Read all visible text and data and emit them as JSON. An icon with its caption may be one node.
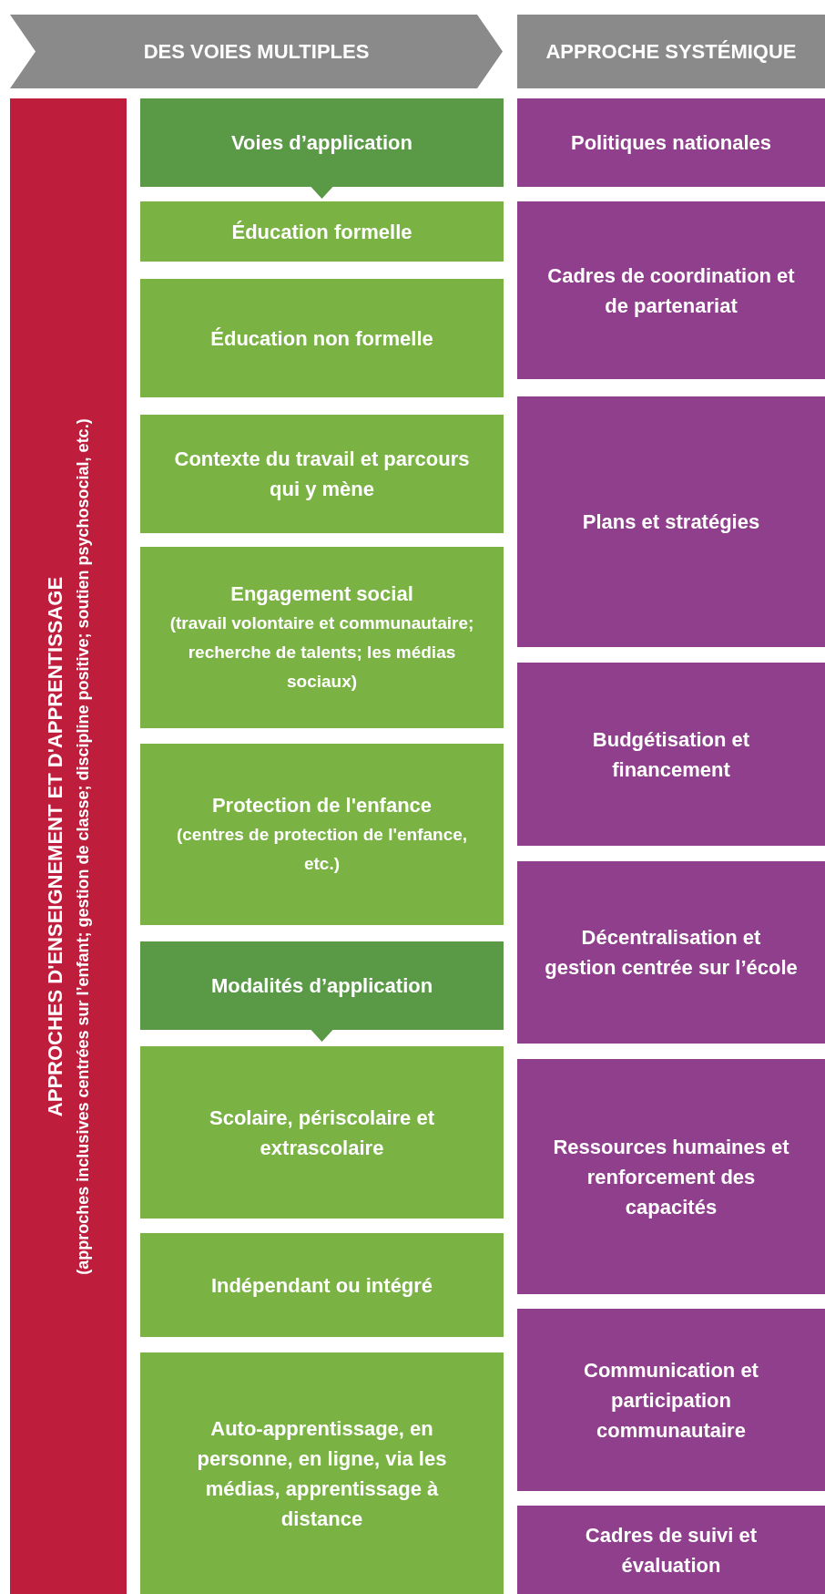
{
  "diagram": {
    "nodes": [
      {
        "text": [
          "DES VOIES MULTIPLES"
        ]
      },
      {
        "text": [
          "APPROCHE SYSTÉMIQUE"
        ]
      },
      {
        "text": [
          "APPROCHES D'ENSEIGNEMENT ET D'APPRENTISSAGE",
          "(approches inclusives centrées sur l’enfant; gestion de classe; discipline positive; soutien psychosocial, etc.)"
        ]
      },
      {
        "text": [
          "Voies d’application"
        ]
      },
      {
        "text": [
          "Éducation formelle"
        ]
      },
      {
        "text": [
          "Éducation non formelle"
        ]
      },
      {
        "text": [
          "Contexte du travail et parcours qui y mène"
        ]
      },
      {
        "text": [
          "Engagement social",
          "(travail volontaire et communautaire; recherche de talents; les médias sociaux)"
        ]
      },
      {
        "text": [
          "Protection de l'enfance",
          "(centres de protection de l'enfance, etc.)"
        ]
      },
      {
        "text": [
          "Modalités d’application"
        ]
      },
      {
        "text": [
          "Scolaire, périscolaire et extrascolaire"
        ]
      },
      {
        "text": [
          "Indépendant ou intégré"
        ]
      },
      {
        "text": [
          "Auto-apprentissage, en personne, en ligne, via les médias, apprentissage à distance"
        ]
      },
      {
        "text": [
          "Politiques nationales"
        ]
      },
      {
        "text": [
          "Cadres de coordination et de partenariat"
        ]
      },
      {
        "text": [
          "Plans et stratégies"
        ]
      },
      {
        "text": [
          "Budgétisation et financement"
        ]
      },
      {
        "text": [
          "Décentralisation et gestion centrée sur l’école"
        ]
      },
      {
        "text": [
          "Ressources humaines et renforcement des capacités"
        ]
      },
      {
        "text": [
          "Communication et participation communautaire"
        ]
      },
      {
        "text": [
          "Cadres de suivi et évaluation"
        ]
      }
    ]
  }
}
